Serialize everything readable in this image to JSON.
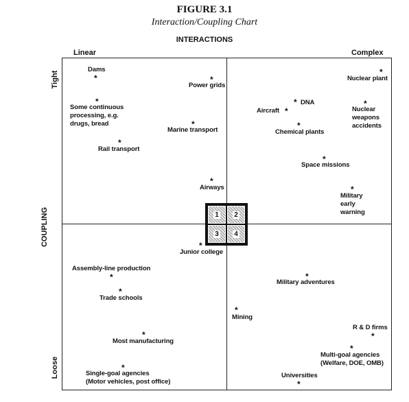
{
  "figure": {
    "title": "FIGURE 3.1",
    "subtitle": "Interaction/Coupling Chart"
  },
  "axes": {
    "x_title": "INTERACTIONS",
    "x_left": "Linear",
    "x_right": "Complex",
    "y_title": "COUPLING",
    "y_top": "Tight",
    "y_bottom": "Loose"
  },
  "quadrants": [
    "1",
    "2",
    "3",
    "4"
  ],
  "items": {
    "dams": "Dams",
    "power_grids": "Power grids",
    "continuous_1": "Some continuous",
    "continuous_2": "processing, e.g.",
    "continuous_3": "drugs, bread",
    "marine": "Marine transport",
    "rail": "Rail transport",
    "airways": "Airways",
    "nuclear_plant": "Nuclear plant",
    "dna": "DNA",
    "aircraft": "Aircraft",
    "chemical": "Chemical plants",
    "nuclear_acc_1": "Nuclear",
    "nuclear_acc_2": "weapons",
    "nuclear_acc_3": "accidents",
    "space": "Space missions",
    "mil_warn_1": "Military",
    "mil_warn_2": "early",
    "mil_warn_3": "warning",
    "junior_college": "Junior college",
    "assembly": "Assembly-line production",
    "trade": "Trade schools",
    "most_mfg": "Most manufacturing",
    "single_1": "Single-goal agencies",
    "single_2": "(Motor vehicles, post office)",
    "mil_adv": "Military adventures",
    "mining": "Mining",
    "rd": "R & D firms",
    "multi_1": "Multi-goal agencies",
    "multi_2": "(Welfare, DOE, OMB)",
    "universities": "Universities"
  },
  "marker": "*"
}
